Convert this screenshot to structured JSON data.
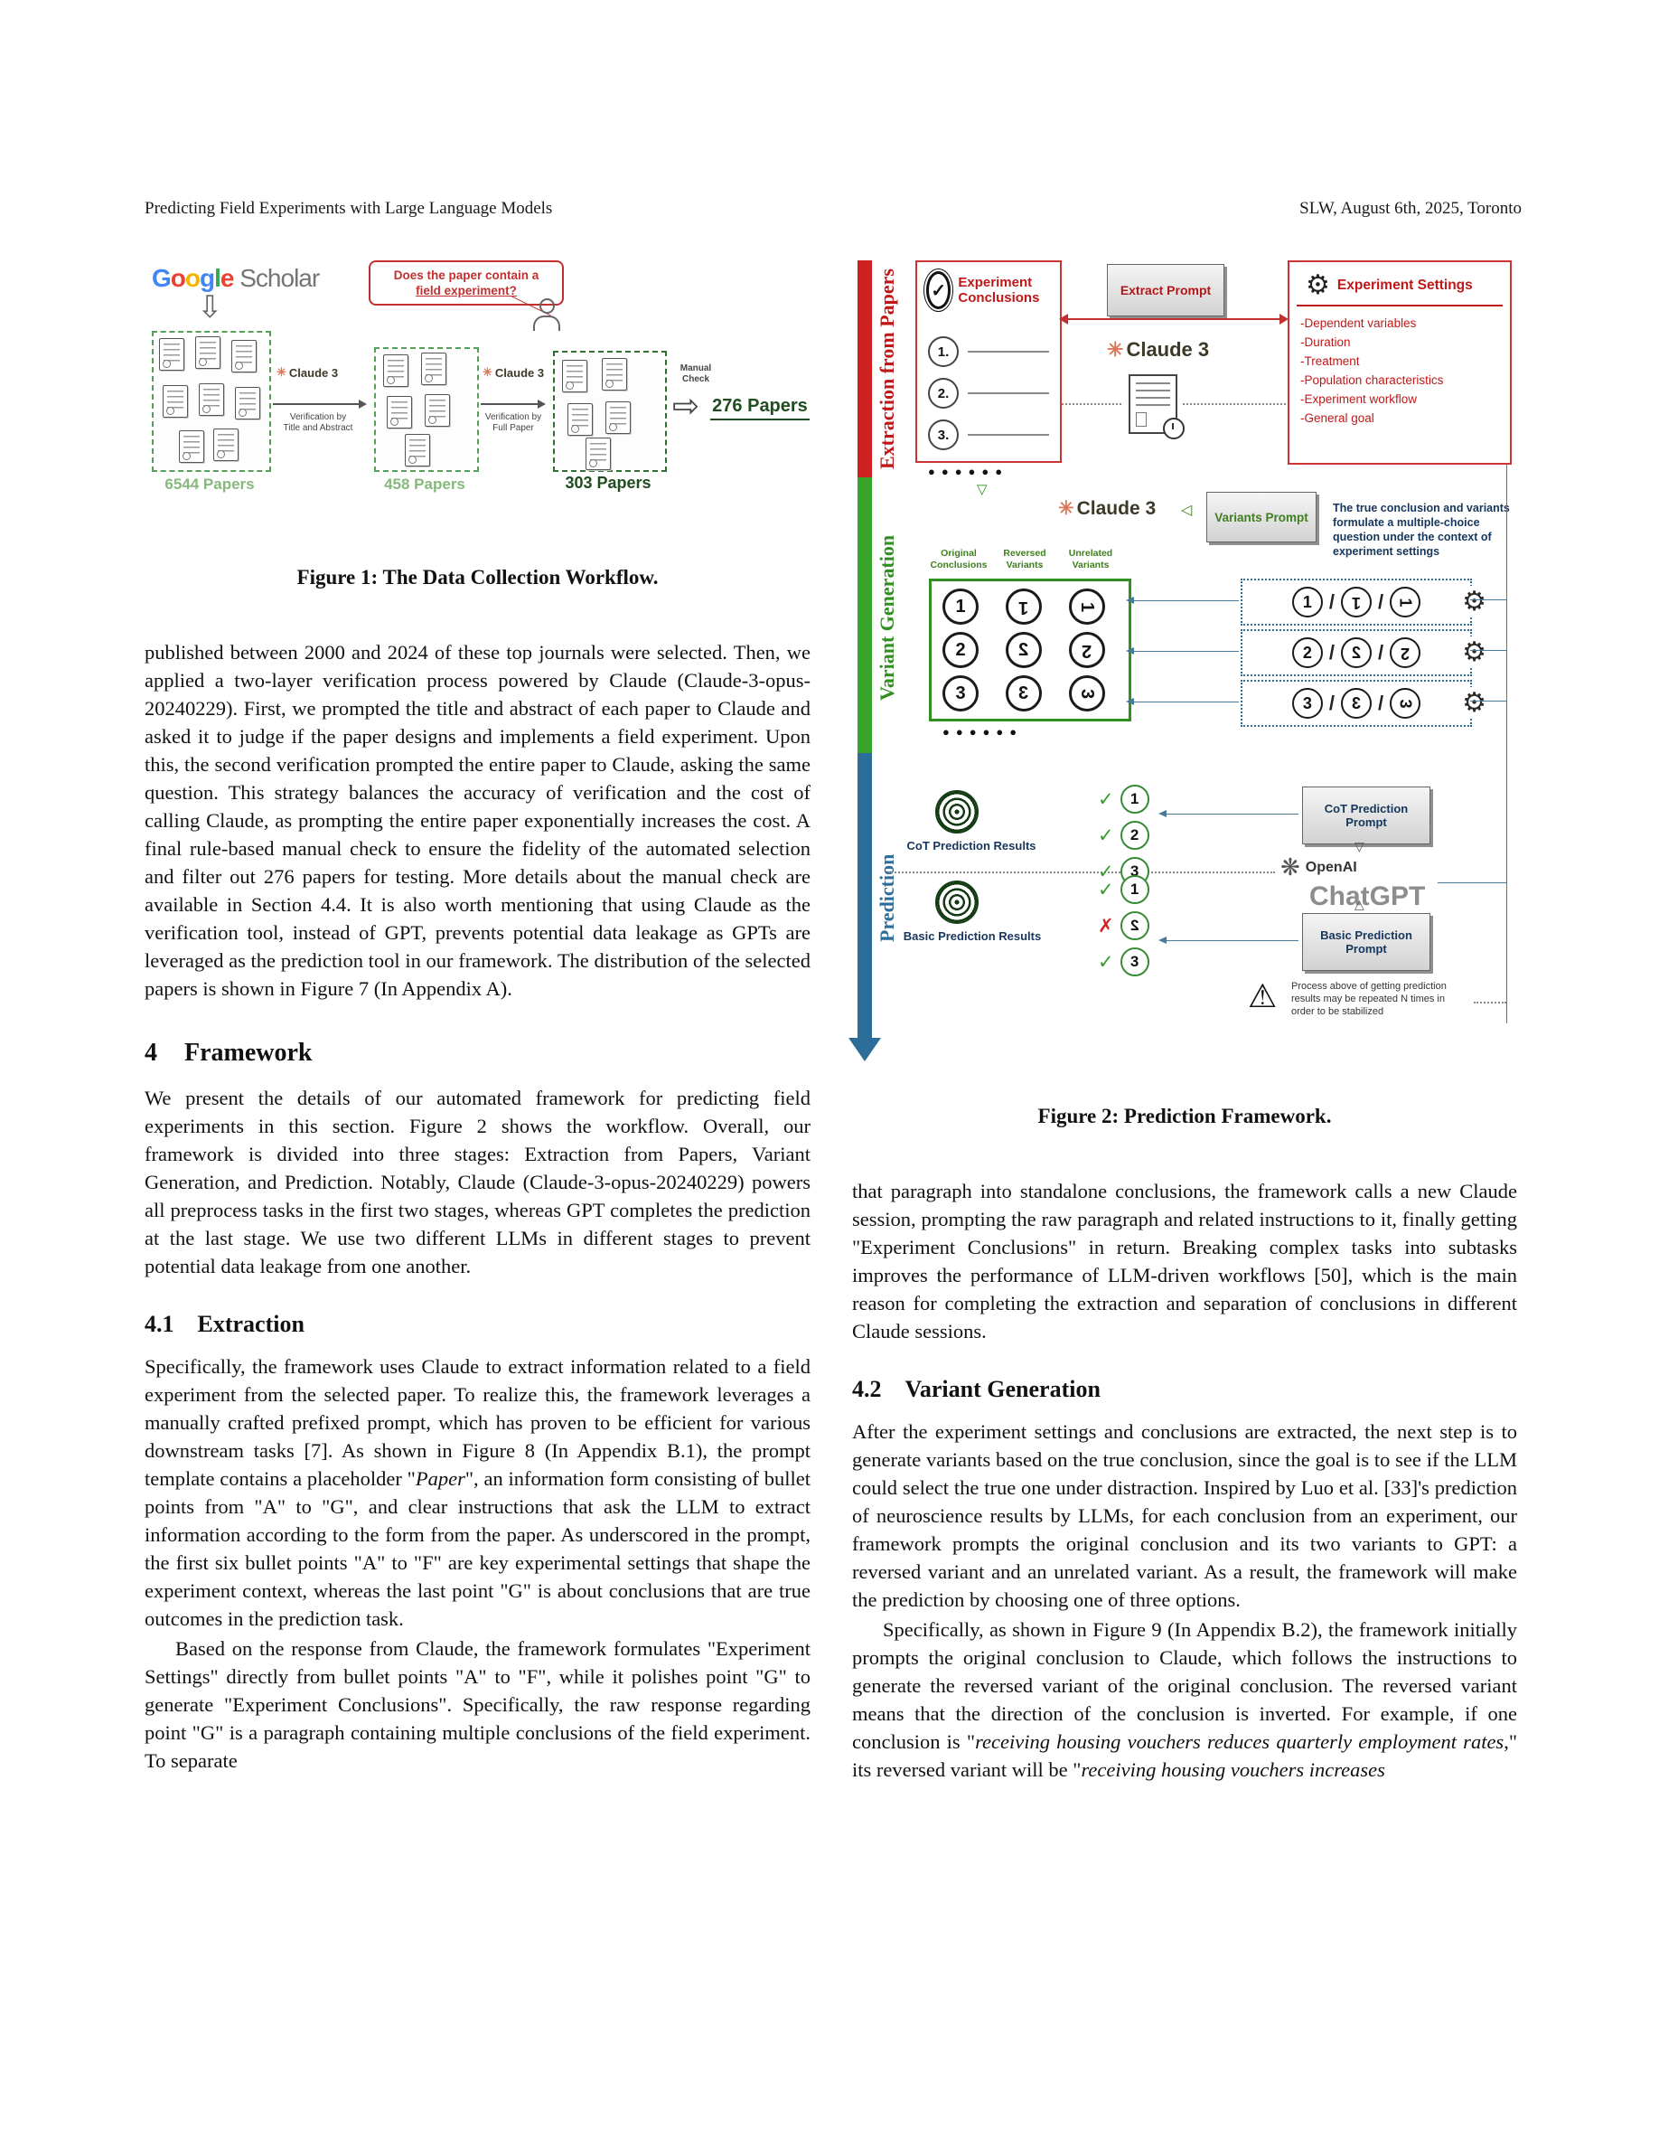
{
  "header": {
    "left": "Predicting Field Experiments with Large Language Models",
    "right": "SLW, August 6th, 2025, Toronto"
  },
  "icons": {
    "claude_star": "✳",
    "down_arrow": "⇩",
    "block_arrow": "⇨",
    "check": "✓",
    "cross": "✗",
    "gear": "⚙",
    "warning": "⚠",
    "tri_down": "▽",
    "tri_left": "◁",
    "tri_up": "△",
    "openai": "❋",
    "dots": "●●●●●●",
    "slash": "/"
  },
  "figure1": {
    "caption": "Figure 1: The Data Collection Workflow.",
    "logo": {
      "l0": "G",
      "l1": "o",
      "l2": "o",
      "l3": "g",
      "l4": "l",
      "l5": "e",
      "scholar": " Scholar"
    },
    "bubble_line1": "Does the paper contain a",
    "bubble_line2": "field experiment?",
    "claude": "Claude 3",
    "verif1_line1": "Verification by",
    "verif1_line2": "Title and Abstract",
    "verif2_line1": "Verification by",
    "verif2_line2": "Full Paper",
    "manual_line1": "Manual",
    "manual_line2": "Check",
    "count1": "6544 Papers",
    "count2": "458 Papers",
    "count3": "303 Papers",
    "count4": "276 Papers"
  },
  "figure2": {
    "caption": "Figure 2: Prediction Framework.",
    "stage_extraction": "Extraction from Papers",
    "stage_variant": "Variant Generation",
    "stage_prediction": "Prediction",
    "conclusions_title": "Experiment Conclusions",
    "extract_prompt": "Extract Prompt",
    "claude": "Claude 3",
    "settings_title": "Experiment Settings",
    "settings_items": [
      "-Dependent variables",
      "-Duration",
      "-Treatment",
      "-Population characteristics",
      "-Experiment workflow",
      "-General goal"
    ],
    "variants_prompt": "Variants Prompt",
    "mcq_note": "The true conclusion and variants formulate a multiple-choice question under the context of experiment settings",
    "col_label_1a": "Original",
    "col_label_1b": "Conclusions",
    "col_label_2a": "Reversed",
    "col_label_2b": "Variants",
    "col_label_3a": "Unrelated",
    "col_label_3b": "Variants",
    "list_nums": [
      "1.",
      "2.",
      "3."
    ],
    "nums": [
      "1",
      "2",
      "3"
    ],
    "cot_results_label": "CoT Prediction Results",
    "basic_results_label": "Basic Prediction Results",
    "cot_prompt": "CoT Prediction Prompt",
    "basic_prompt": "Basic Prediction Prompt",
    "openai_name": "OpenAI",
    "chatgpt": "ChatGPT",
    "warning_note": "Process above of getting prediction results may be repeated N times in order to be stabilized"
  },
  "body": {
    "p_continued": "published between 2000 and 2024 of these top journals were selected. Then, we applied a two-layer verification process powered by Claude (Claude-3-opus-20240229). First, we prompted the title and abstract of each paper to Claude and asked it to judge if the paper designs and implements a field experiment. Upon this, the second verification prompted the entire paper to Claude, asking the same question. This strategy balances the accuracy of verification and the cost of calling Claude, as prompting the entire paper exponentially increases the cost. A final rule-based manual check to ensure the fidelity of the automated selection and filter out 276 papers for testing. More details about the manual check are available in Section 4.4. It is also worth mentioning that using Claude as the verification tool, instead of GPT, prevents potential data leakage as GPTs are leveraged as the prediction tool in our framework. The distribution of the selected papers is shown in Figure 7 (In Appendix A).",
    "sec4": {
      "number": "4",
      "title": "Framework",
      "p1": "We present the details of our automated framework for predicting field experiments in this section. Figure 2 shows the workflow. Overall, our framework is divided into three stages: Extraction from Papers, Variant Generation, and Prediction. Notably, Claude (Claude-3-opus-20240229) powers all preprocess tasks in the first two stages, whereas GPT completes the prediction at the last stage. We use two different LLMs in different stages to prevent potential data leakage from one another."
    },
    "sec41": {
      "number": "4.1",
      "title": "Extraction",
      "p1a": "Specifically, the framework uses Claude to extract information related to a field experiment from the selected paper. To realize this, the framework leverages a manually crafted prefixed prompt, which has proven to be efficient for various downstream tasks [7]. As shown in Figure 8 (In Appendix B.1), the prompt template contains a placeholder \"",
      "p1_italic": "Paper",
      "p1b": "\", an information form consisting of bullet points from \"A\" to \"G\", and clear instructions that ask the LLM to extract information according to the form from the paper. As underscored in the prompt, the first six bullet points \"A\" to \"F\" are key experimental settings that shape the experiment context, whereas the last point \"G\" is about conclusions that are true outcomes in the prediction task.",
      "p2": "Based on the response from Claude, the framework formulates \"Experiment Settings\" directly from bullet points \"A\" to \"F\", while it polishes point \"G\" to generate \"Experiment Conclusions\". Specifically, the raw response regarding point \"G\" is a paragraph containing multiple conclusions of the field experiment. To separate"
    },
    "right_p1": "that paragraph into standalone conclusions, the framework calls a new Claude session, prompting the raw paragraph and related instructions to it, finally getting \"Experiment Conclusions\" in return. Breaking complex tasks into subtasks improves the performance of LLM-driven workflows [50], which is the main reason for completing the extraction and separation of conclusions in different Claude sessions.",
    "sec42": {
      "number": "4.2",
      "title": "Variant Generation",
      "p1": "After the experiment settings and conclusions are extracted, the next step is to generate variants based on the true conclusion, since the goal is to see if the LLM could select the true one under distraction. Inspired by Luo et al. [33]'s prediction of neuroscience results by LLMs, for each conclusion from an experiment, our framework prompts the original conclusion and its two variants to GPT: a reversed variant and an unrelated variant. As a result, the framework will make the prediction by choosing one of three options.",
      "p2a": "Specifically, as shown in Figure 9 (In Appendix B.2), the framework initially prompts the original conclusion to Claude, which follows the instructions to generate the reversed variant of the original conclusion. The reversed variant means that the direction of the conclusion is inverted. For example, if one conclusion is \"",
      "p2i1": "receiving housing vouchers reduces quarterly employment rates",
      "p2b": ",\" its reversed variant will be \"",
      "p2i2": "receiving housing vouchers increases"
    }
  }
}
